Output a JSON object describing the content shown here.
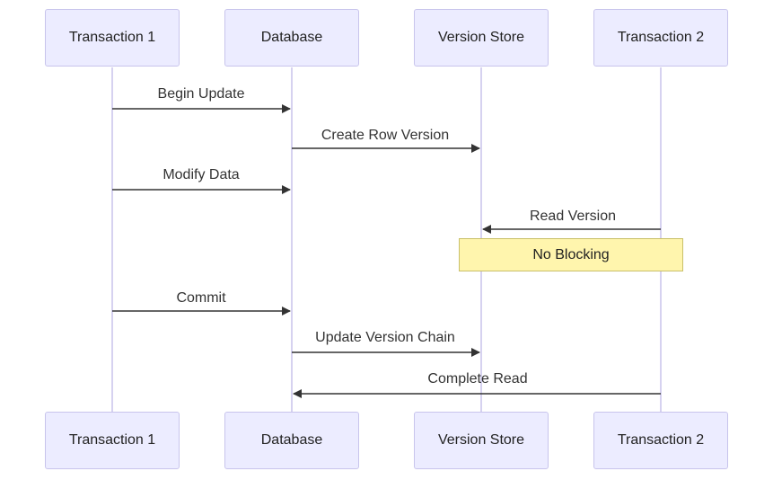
{
  "participants": [
    {
      "id": "t1",
      "label": "Transaction 1"
    },
    {
      "id": "db",
      "label": "Database"
    },
    {
      "id": "vs",
      "label": "Version Store"
    },
    {
      "id": "t2",
      "label": "Transaction 2"
    }
  ],
  "messages": [
    {
      "from": "t1",
      "to": "db",
      "label": "Begin Update"
    },
    {
      "from": "db",
      "to": "vs",
      "label": "Create Row Version"
    },
    {
      "from": "t1",
      "to": "db",
      "label": "Modify Data"
    },
    {
      "from": "t2",
      "to": "vs",
      "label": "Read Version"
    },
    {
      "from": "t1",
      "to": "db",
      "label": "Commit"
    },
    {
      "from": "db",
      "to": "vs",
      "label": "Update Version Chain"
    },
    {
      "from": "t2",
      "to": "db",
      "label": "Complete Read"
    }
  ],
  "note": {
    "over": [
      "vs",
      "t2"
    ],
    "text": "No Blocking"
  },
  "colors": {
    "actor_fill": "#ececff",
    "actor_border": "#c8c4ec",
    "lifeline": "#c8c4ec",
    "arrow": "#333333",
    "note_fill": "#fff5ad",
    "note_border": "#c9c06a"
  }
}
